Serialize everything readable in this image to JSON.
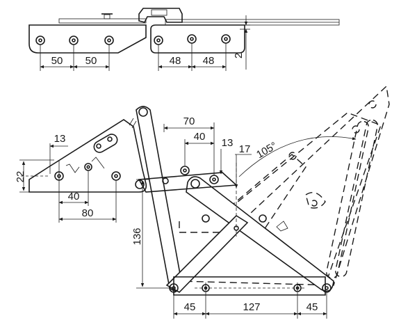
{
  "top_view": {
    "dims": [
      "50",
      "50",
      "48",
      "48",
      "2"
    ]
  },
  "side_view": {
    "dims_top": [
      "70",
      "40",
      "13",
      "17",
      "105°"
    ],
    "dims_left": [
      "13",
      "22",
      "40",
      "80"
    ],
    "dims_height": "136",
    "dims_bottom": [
      "45",
      "127",
      "45"
    ]
  }
}
